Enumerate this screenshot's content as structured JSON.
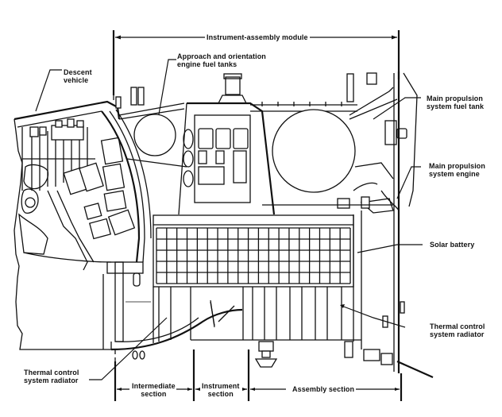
{
  "title": "Spacecraft cutaway diagram",
  "labels": {
    "instrument_assembly_module": "Instrument-assembly module",
    "descent_vehicle": [
      "Descent",
      "vehicle"
    ],
    "approach_orientation_tanks": [
      "Approach and orientation",
      "engine fuel tanks"
    ],
    "main_propulsion_tank": [
      "Main propulsion",
      "system fuel tank"
    ],
    "main_propulsion_engine": [
      "Main propulsion",
      "system engine"
    ],
    "solar_battery": "Solar battery",
    "thermal_radiator_right": [
      "Thermal control",
      "system radiator"
    ],
    "thermal_radiator_left": [
      "Thermal control",
      "system radiator"
    ],
    "intermediate_section": [
      "Intermediate",
      "section"
    ],
    "instrument_section": [
      "Instrument",
      "section"
    ],
    "assembly_section": "Assembly section"
  },
  "colors": {
    "ink": "#111111",
    "paper": "#ffffff"
  }
}
